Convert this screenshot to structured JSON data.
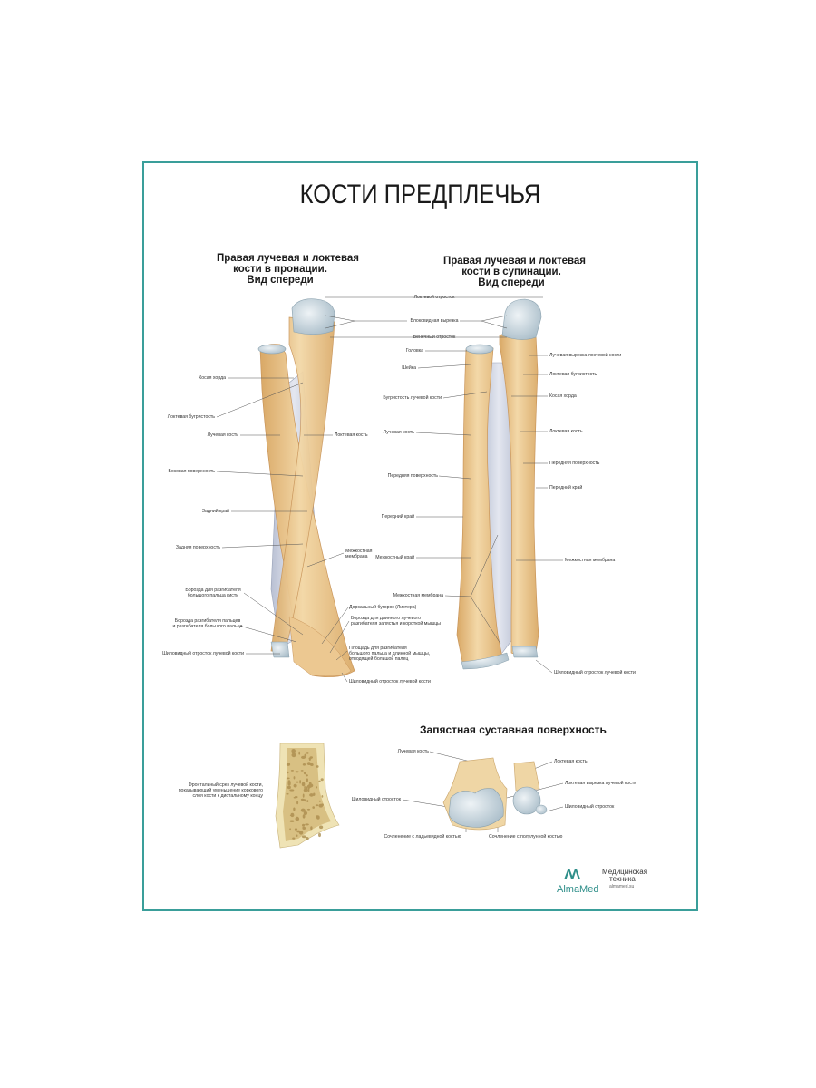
{
  "poster": {
    "title": "КОСТИ ПРЕДПЛЕЧЬЯ",
    "frame_color": "#3a9e9a",
    "bone_color": "#e9c58f",
    "cartilage_color": "#c9d8df",
    "membrane_color": "#d3d8e6"
  },
  "left_view": {
    "subtitle": [
      "Правая лучевая и локтевая",
      "кости в пронации.",
      "Вид спереди"
    ],
    "labels": {
      "oblique_cord": "Косая хорда",
      "ulnar_tuberosity": "Локтевая бугристость",
      "radius": "Лучевая кость",
      "ulna": "Локтевая кость",
      "lateral_surface": "Боковая поверхность",
      "posterior_border": "Задний край",
      "posterior_surface": "Задняя поверхность",
      "interosseous_membrane": [
        "Межкостная",
        "мембрана"
      ],
      "groove_abductor_pollicis": [
        "Борозда для разгибателя",
        "большого пальца кисти"
      ],
      "groove_extensors": [
        "Борозда разгибателя пальцев",
        "и разгибателя большого пальца"
      ],
      "styloid_radius_left": "Шиловидный отросток лучевой кости",
      "dorsal_tubercle": "Дорсальный бугорок (Листера)",
      "groove_ecr": [
        "Борозда для длинного лучевого",
        "разгибателя запястья и короткой мышцы"
      ],
      "area_abductor": [
        "Площадь для разгибателя",
        "большого пальца и длинной мышцы,",
        "отводящей большой палец"
      ],
      "styloid_radius_bottom": "Шиловидный отросток лучевой кости"
    }
  },
  "center_labels": {
    "olecranon": "Локтевой отросток",
    "trochlear_notch": "Блоковидная вырезка",
    "coronoid_process": "Венечный отросток"
  },
  "right_view": {
    "subtitle": [
      "Правая лучевая и локтевая",
      "кости в супинации.",
      "Вид спереди"
    ],
    "labels": {
      "head": "Головка",
      "neck": "Шейка",
      "radial_tuberosity": "Бугристость лучевой кости",
      "radius": "Лучевая кость",
      "anterior_surface": "Передняя поверхность",
      "anterior_border": "Передний край",
      "interosseous_border": "Межкостный край",
      "interosseous_membrane": "Межкостная мембрана",
      "radial_notch": "Лучевая вырезка локтевой кости",
      "ulnar_tuberosity": "Локтевая бугристость",
      "oblique_cord": "Косая хорда",
      "ulna": "Локтевая кость",
      "anterior_surface_ulna": "Передняя поверхность",
      "anterior_border_ulna": "Передний край",
      "interosseous_membrane_right": "Межкостная мембрана",
      "styloid_ulna": "Шиловидный отросток лучевой кости"
    }
  },
  "section_view": {
    "caption": [
      "Фронтальный срез лучевой кости,",
      "показывающий уменьшение коркового",
      "слоя кости к дистальному концу"
    ]
  },
  "carpal_view": {
    "title": "Запястная суставная поверхность",
    "labels": {
      "radius": "Лучевая кость",
      "ulna": "Локтевая кость",
      "ulnar_notch": "Локтевая вырезка лучевой кости",
      "styloid_left": "Шиловидный отросток",
      "styloid_right": "Шиловидный отросток",
      "scaphoid_joint": "Сочленение с ладьевидной костью",
      "lunate_joint": "Сочленение с полулунной костью"
    }
  },
  "logo": {
    "mark": "ΛΛ",
    "name": "AlmaMed",
    "tagline_1": "Медицинская",
    "tagline_2": "техника",
    "site": "almamed.su"
  }
}
